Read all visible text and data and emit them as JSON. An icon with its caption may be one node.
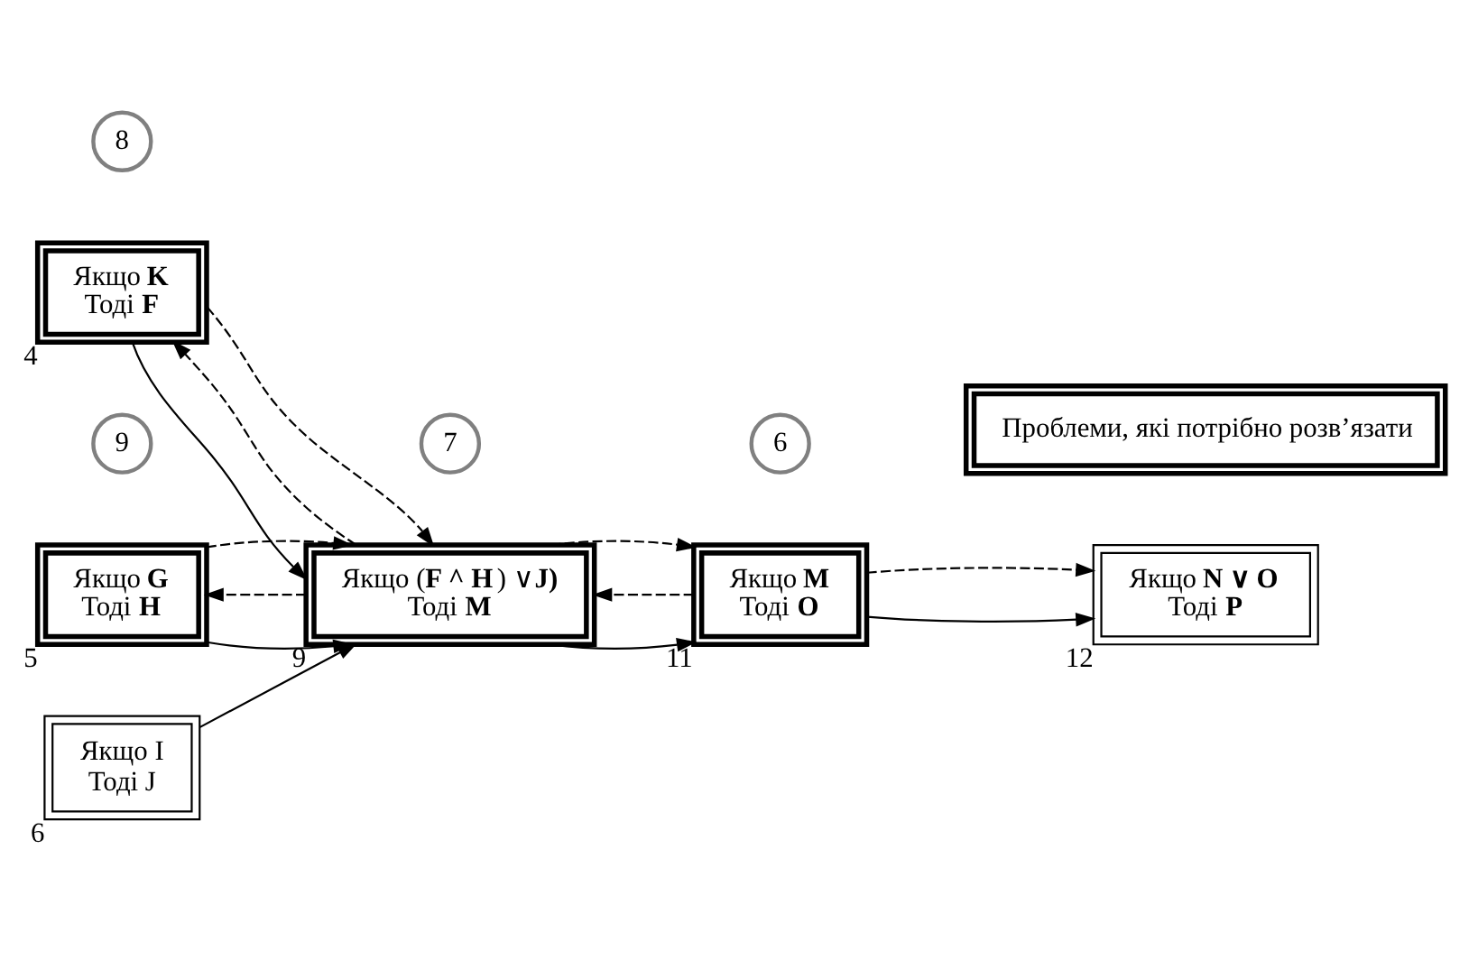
{
  "diagram": {
    "nodes": [
      {
        "text": [
          "Проблеми, які потрібно розв’язати"
        ]
      },
      {
        "text": [
          "Якщо **K**",
          "Тоді **F**"
        ],
        "beside": [
          "4"
        ]
      },
      {
        "text": [
          "Якщо **G**",
          "Тоді **H**"
        ],
        "beside": [
          "5"
        ]
      },
      {
        "text": [
          "Якщо I",
          "Тоді J"
        ],
        "beside": [
          "6"
        ]
      },
      {
        "text": [
          "Якщо (**F ^ H**) ∨**J)**",
          "Тоді **M**"
        ],
        "beside": [
          "9"
        ]
      },
      {
        "text": [
          "Якщо **M**",
          "Тоді **O**"
        ],
        "beside": [
          "11"
        ]
      },
      {
        "text": [
          "Якщо **N ∨ O**",
          "Тоді **P**"
        ],
        "beside": [
          "12"
        ]
      },
      {
        "text": [
          "8"
        ]
      },
      {
        "text": [
          "9"
        ]
      },
      {
        "text": [
          "7"
        ]
      },
      {
        "text": [
          "6"
        ]
      }
    ],
    "edges": [
      {
        "from": 1,
        "to": 4,
        "arrow": "to"
      },
      {
        "from": 2,
        "to": 4,
        "arrow": "to"
      },
      {
        "from": 3,
        "to": 4,
        "arrow": "to"
      },
      {
        "from": 4,
        "to": 5,
        "arrow": "to"
      },
      {
        "from": 5,
        "to": 6,
        "arrow": "to"
      },
      {
        "from": 5,
        "to": 4,
        "arrow": "to",
        "style": "dashed"
      },
      {
        "from": 4,
        "to": 1,
        "arrow": "to",
        "style": "dashed"
      },
      {
        "from": 1,
        "to": 4,
        "arrow": "to",
        "style": "dashed"
      },
      {
        "from": 4,
        "to": 2,
        "arrow": "to",
        "style": "dashed"
      },
      {
        "from": 2,
        "to": 4,
        "arrow": "to",
        "style": "dashed"
      },
      {
        "from": 4,
        "to": 5,
        "arrow": "to",
        "style": "dashed"
      },
      {
        "from": 5,
        "to": 6,
        "arrow": "to",
        "style": "dashed"
      }
    ]
  }
}
